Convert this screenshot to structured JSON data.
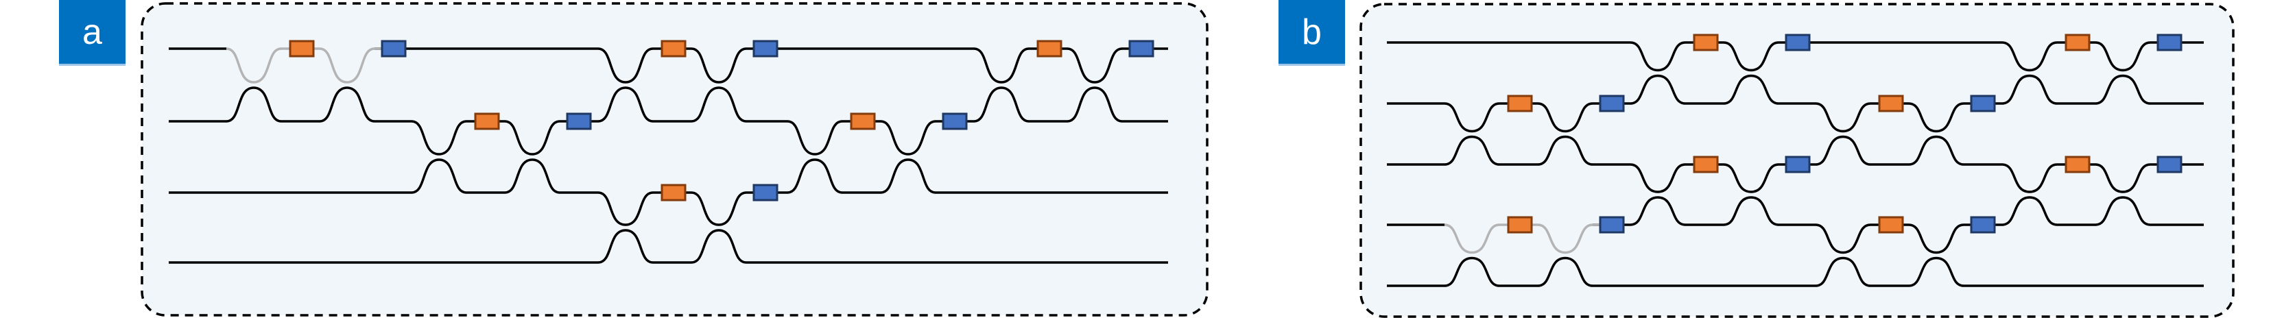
{
  "panels": [
    {
      "id": "a",
      "label": "a"
    },
    {
      "id": "b",
      "label": "b"
    }
  ],
  "colors": {
    "label_bg": "#0070c0",
    "panel_fill": "#f1f6fb",
    "waveguide": "#000000",
    "inactive_waveguide": "#b4b4b4",
    "phase_shifter_internal": "#ed7d31",
    "phase_shifter_internal_border": "#843c0c",
    "phase_shifter_external": "#4472c4",
    "phase_shifter_external_border": "#1f3864"
  }
}
